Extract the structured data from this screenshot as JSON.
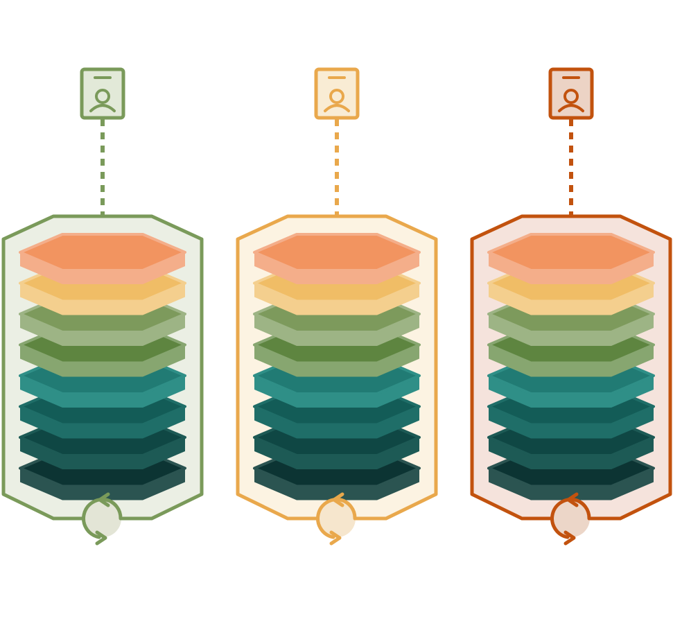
{
  "columns": [
    {
      "id": "green",
      "icon": "user-badge-icon",
      "cycle_icon": "refresh-cycle-icon",
      "stroke": "#7a9a5a",
      "fill": "#ebefe4",
      "badge_fill": "#e2e9d8",
      "cycle_fill": "#e3e5d6"
    },
    {
      "id": "yellow",
      "icon": "user-badge-icon",
      "cycle_icon": "refresh-cycle-icon",
      "stroke": "#e9a84c",
      "fill": "#fcf3e2",
      "badge_fill": "#f9ecd4",
      "cycle_fill": "#f6e6cd"
    },
    {
      "id": "orange",
      "icon": "user-badge-icon",
      "cycle_icon": "refresh-cycle-icon",
      "stroke": "#c2520e",
      "fill": "#f5e3dc",
      "badge_fill": "#ecd3c5",
      "cycle_fill": "#ecd6c8"
    }
  ],
  "layers": [
    {
      "name": "peach",
      "top": "#f29460",
      "rim": "#f4ae8a"
    },
    {
      "name": "gold",
      "top": "#f0bd66",
      "rim": "#f4cf8e"
    },
    {
      "name": "olive",
      "top": "#7d9a5c",
      "rim": "#9db485"
    },
    {
      "name": "dark-olive",
      "top": "#5e8540",
      "rim": "#87a670"
    },
    {
      "name": "teal",
      "top": "#217b74",
      "rim": "#2f8f87"
    },
    {
      "name": "deep-teal",
      "top": "#135c57",
      "rim": "#1f6e68"
    },
    {
      "name": "dark-teal",
      "top": "#0f4744",
      "rim": "#1d5a55"
    },
    {
      "name": "darkest-teal",
      "top": "#0c3433",
      "rim": "#2b5451"
    }
  ]
}
